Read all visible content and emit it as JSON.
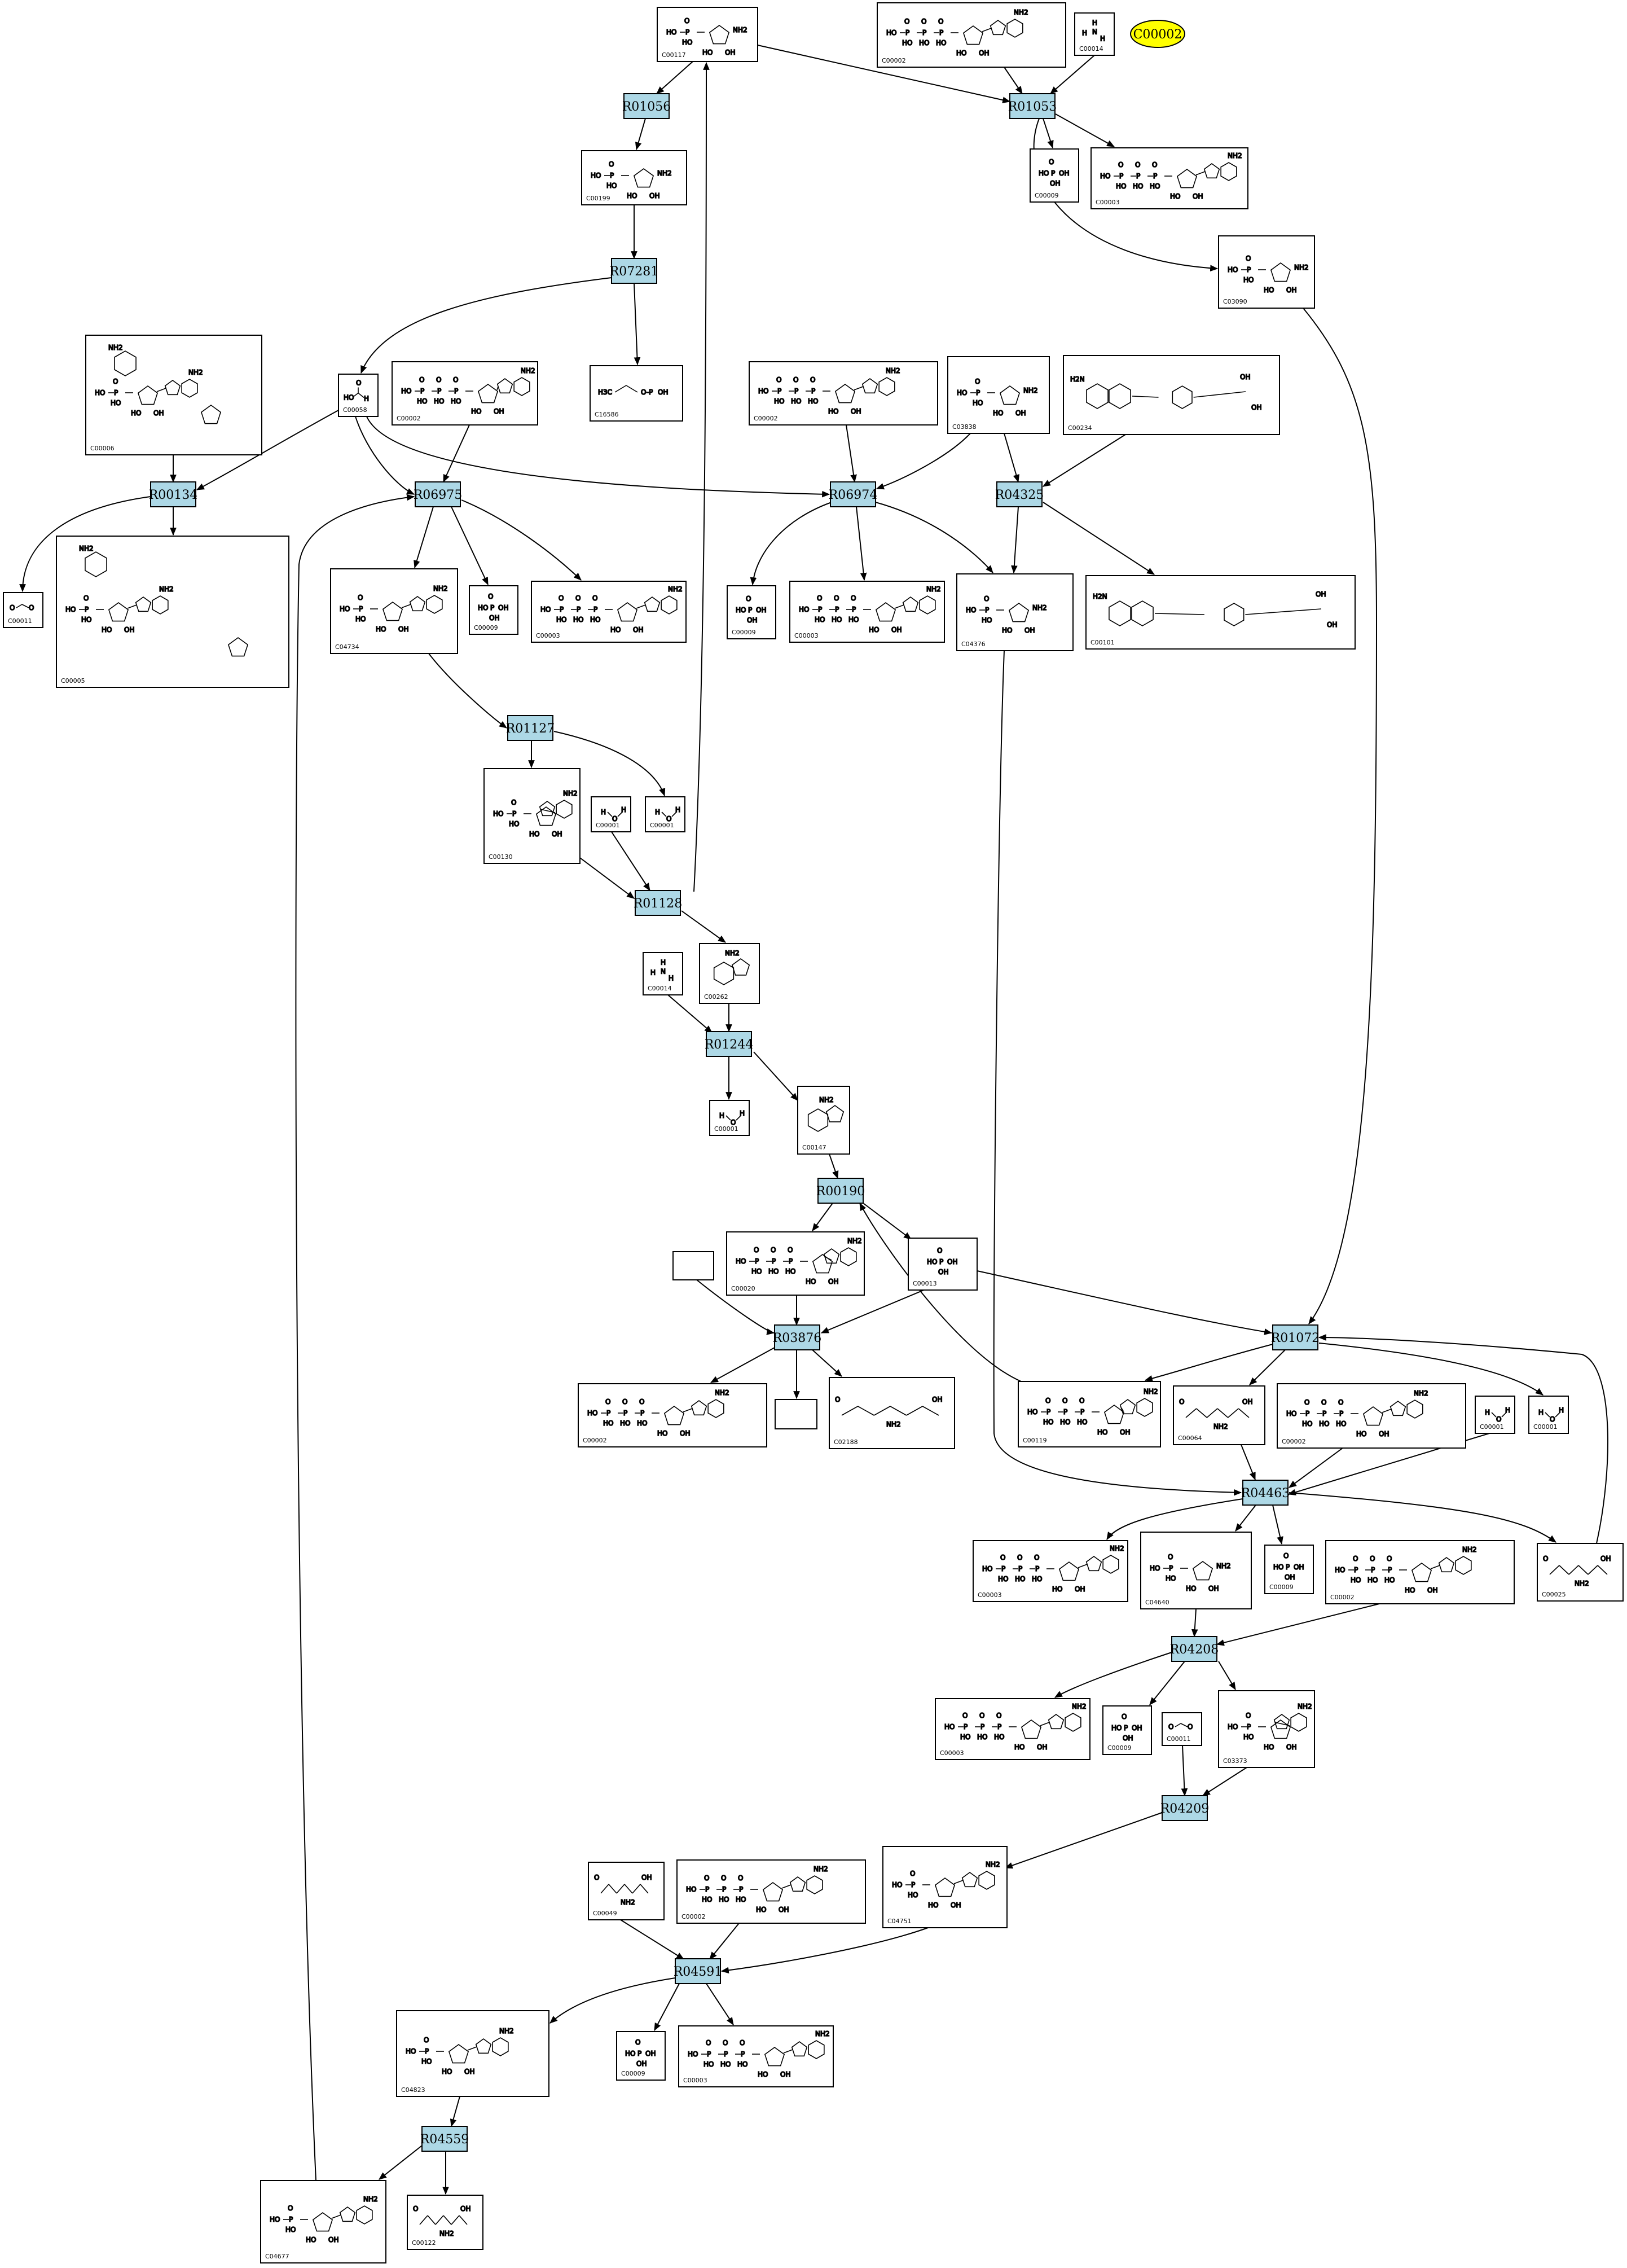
{
  "colors": {
    "reaction_fill": "#add8e6",
    "highlight_fill": "#ffff00",
    "line": "#000000"
  },
  "highlight": {
    "label": "C00002"
  },
  "reactions": [
    "R01053",
    "R01056",
    "R07281",
    "R00134",
    "R06975",
    "R06974",
    "R04325",
    "R01127",
    "R01128",
    "R01244",
    "R00190",
    "R03876",
    "R01072",
    "R04463",
    "R04208",
    "R04209",
    "R04591",
    "R04559"
  ],
  "compounds": [
    {
      "id": "c0117a",
      "label": "C00117",
      "structure": "ribose-phosphate"
    },
    {
      "id": "c0002a",
      "label": "C00002",
      "structure": "ATP"
    },
    {
      "id": "c0014a",
      "label": "C00014",
      "structure": "ammonia"
    },
    {
      "id": "c0009a",
      "label": "C00009",
      "structure": "phosphate"
    },
    {
      "id": "c0003a",
      "label": "C00003",
      "structure": "nucleotide"
    },
    {
      "id": "c0199a",
      "label": "C00199",
      "structure": "sugar-phosphate"
    },
    {
      "id": "c3090a",
      "label": "C03090",
      "structure": "ribose-phosphate"
    },
    {
      "id": "c0006a",
      "label": "C00006",
      "structure": "dinucleotide"
    },
    {
      "id": "c0058a",
      "label": "C00058",
      "structure": "formate"
    },
    {
      "id": "c0002b",
      "label": "C00002",
      "structure": "ATP"
    },
    {
      "id": "c6586a",
      "label": "C16586",
      "structure": "small"
    },
    {
      "id": "c0002c",
      "label": "C00002",
      "structure": "ATP"
    },
    {
      "id": "c3838a",
      "label": "C03838",
      "structure": "ribose-phosphate"
    },
    {
      "id": "c0234a",
      "label": "C00234",
      "structure": "folate"
    },
    {
      "id": "c0011a",
      "label": "C00011",
      "structure": "co2"
    },
    {
      "id": "c0005a",
      "label": "C00005",
      "structure": "dinucleotide"
    },
    {
      "id": "c4734a",
      "label": "C04734",
      "structure": "ribonucleotide"
    },
    {
      "id": "c0009b",
      "label": "C00009",
      "structure": "phosphate"
    },
    {
      "id": "c0003b",
      "label": "C00003",
      "structure": "nucleotide"
    },
    {
      "id": "c0009c",
      "label": "C00009",
      "structure": "phosphate"
    },
    {
      "id": "c0003c",
      "label": "C00003",
      "structure": "nucleotide"
    },
    {
      "id": "c4376a",
      "label": "C04376",
      "structure": "ribose-phosphate"
    },
    {
      "id": "c0101a",
      "label": "C00101",
      "structure": "folate"
    },
    {
      "id": "c0130a",
      "label": "C00130",
      "structure": "ribonucleotide"
    },
    {
      "id": "c0001a",
      "label": "C00001",
      "structure": "water"
    },
    {
      "id": "c0001b",
      "label": "C00001",
      "structure": "water"
    },
    {
      "id": "c0014b",
      "label": "C00014",
      "structure": "ammonia"
    },
    {
      "id": "c0262a",
      "label": "C00262",
      "structure": "purine"
    },
    {
      "id": "c0001c",
      "label": "C00001",
      "structure": "water"
    },
    {
      "id": "c0147a",
      "label": "C00147",
      "structure": "purine"
    },
    {
      "id": "c0020a",
      "label": "C00020",
      "structure": "nucleotide"
    },
    {
      "id": "c0013a",
      "label": "C00013",
      "structure": "phosphate"
    },
    {
      "id": "blank1",
      "label": "",
      "structure": "none"
    },
    {
      "id": "c0002d",
      "label": "C00002",
      "structure": "ATP"
    },
    {
      "id": "blank2",
      "label": "",
      "structure": "none"
    },
    {
      "id": "c2188a",
      "label": "C02188",
      "structure": "chain"
    },
    {
      "id": "c0119a",
      "label": "C00119",
      "structure": "nucleotide"
    },
    {
      "id": "c0064a",
      "label": "C00064",
      "structure": "chain"
    },
    {
      "id": "c0002e",
      "label": "C00002",
      "structure": "ATP"
    },
    {
      "id": "c0001d",
      "label": "C00001",
      "structure": "water"
    },
    {
      "id": "c0001e",
      "label": "C00001",
      "structure": "water"
    },
    {
      "id": "c0003d",
      "label": "C00003",
      "structure": "nucleotide"
    },
    {
      "id": "c4640a",
      "label": "C04640",
      "structure": "ribose-phosphate"
    },
    {
      "id": "c0009d",
      "label": "C00009",
      "structure": "phosphate"
    },
    {
      "id": "c0002f",
      "label": "C00002",
      "structure": "ATP"
    },
    {
      "id": "c0025a",
      "label": "C00025",
      "structure": "chain"
    },
    {
      "id": "c0003e",
      "label": "C00003",
      "structure": "nucleotide"
    },
    {
      "id": "c0009e",
      "label": "C00009",
      "structure": "phosphate"
    },
    {
      "id": "c0011b",
      "label": "C00011",
      "structure": "co2"
    },
    {
      "id": "c3373a",
      "label": "C03373",
      "structure": "ribonucleotide"
    },
    {
      "id": "c4751a",
      "label": "C04751",
      "structure": "ribonucleotide"
    },
    {
      "id": "c0049a",
      "label": "C00049",
      "structure": "chain"
    },
    {
      "id": "c0002g",
      "label": "C00002",
      "structure": "ATP"
    },
    {
      "id": "c4823a",
      "label": "C04823",
      "structure": "ribonucleotide"
    },
    {
      "id": "c0009f",
      "label": "C00009",
      "structure": "phosphate"
    },
    {
      "id": "c0003f",
      "label": "C00003",
      "structure": "nucleotide"
    },
    {
      "id": "c4677a",
      "label": "C04677",
      "structure": "ribonucleotide"
    },
    {
      "id": "c0122a",
      "label": "C00122",
      "structure": "chain"
    }
  ]
}
